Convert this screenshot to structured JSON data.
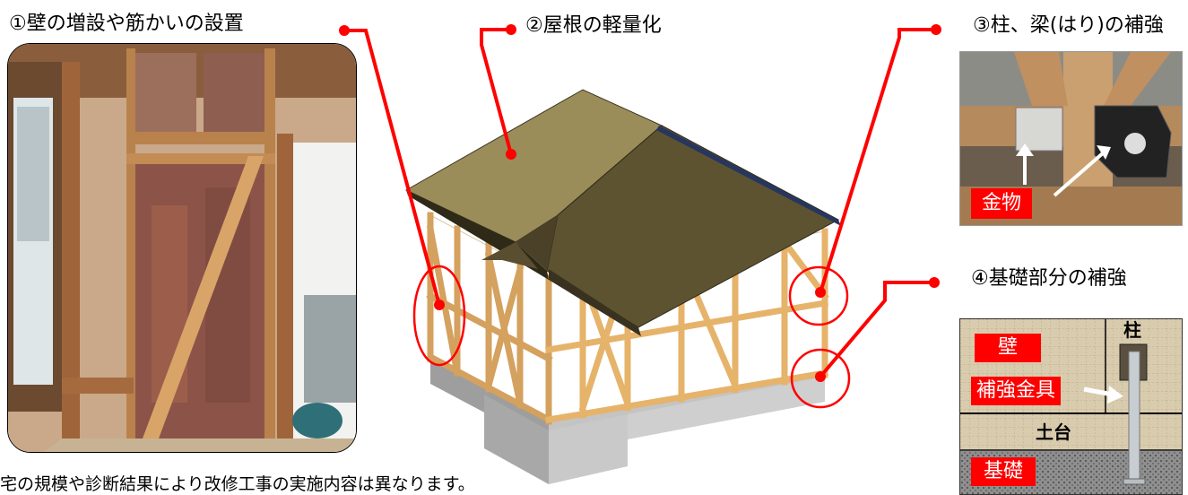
{
  "labels": {
    "wall": "①壁の増設や筋かいの設置",
    "roof": "②屋根の軽量化",
    "column_beam": "③柱、梁(はり)の補強",
    "foundation": "④基礎部分の補強"
  },
  "metal_photo": {
    "tag": "金物"
  },
  "foundation_diagram": {
    "wall": "壁",
    "column": "柱",
    "bracket": "補強金具",
    "sill": "土台",
    "base": "基礎"
  },
  "footnote": "宅の規模や診断結果により改修工事の実施内容は異なります。",
  "colors": {
    "callout": "#ff0000",
    "roof_light": "#9a8d5a",
    "roof_dark": "#5e5331",
    "timber": "#e6b36a",
    "base": "#b0b0b0"
  }
}
